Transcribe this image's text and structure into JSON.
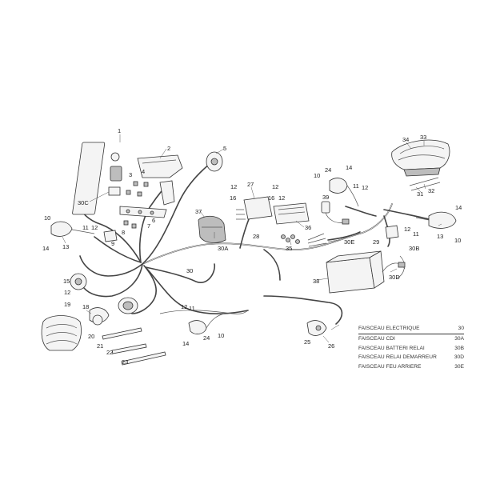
{
  "callouts": [
    {
      "id": "c1",
      "text": "1"
    },
    {
      "id": "c2",
      "text": "2"
    },
    {
      "id": "c3",
      "text": "3"
    },
    {
      "id": "c4",
      "text": "4"
    },
    {
      "id": "c5",
      "text": "5"
    },
    {
      "id": "c6",
      "text": "6"
    },
    {
      "id": "c7",
      "text": "7"
    },
    {
      "id": "c8",
      "text": "8"
    },
    {
      "id": "c9",
      "text": "9"
    },
    {
      "id": "c10a",
      "text": "10"
    },
    {
      "id": "c10b",
      "text": "10"
    },
    {
      "id": "c10c",
      "text": "10"
    },
    {
      "id": "c10d",
      "text": "10"
    },
    {
      "id": "c11a",
      "text": "11"
    },
    {
      "id": "c11b",
      "text": "11"
    },
    {
      "id": "c11c",
      "text": "11"
    },
    {
      "id": "c11d",
      "text": "11"
    },
    {
      "id": "c12a",
      "text": "12"
    },
    {
      "id": "c12b",
      "text": "12"
    },
    {
      "id": "c12c",
      "text": "12"
    },
    {
      "id": "c12d",
      "text": "12"
    },
    {
      "id": "c12e",
      "text": "12"
    },
    {
      "id": "c12f",
      "text": "12"
    },
    {
      "id": "c12g",
      "text": "12"
    },
    {
      "id": "c12h",
      "text": "12"
    },
    {
      "id": "c13a",
      "text": "13"
    },
    {
      "id": "c13b",
      "text": "13"
    },
    {
      "id": "c14a",
      "text": "14"
    },
    {
      "id": "c14b",
      "text": "14"
    },
    {
      "id": "c14c",
      "text": "14"
    },
    {
      "id": "c14d",
      "text": "14"
    },
    {
      "id": "c15",
      "text": "15"
    },
    {
      "id": "c16a",
      "text": "16"
    },
    {
      "id": "c16b",
      "text": "16"
    },
    {
      "id": "c18",
      "text": "18"
    },
    {
      "id": "c19",
      "text": "19"
    },
    {
      "id": "c20",
      "text": "20"
    },
    {
      "id": "c21",
      "text": "21"
    },
    {
      "id": "c22",
      "text": "22"
    },
    {
      "id": "c23",
      "text": "23"
    },
    {
      "id": "c24a",
      "text": "24"
    },
    {
      "id": "c24b",
      "text": "24"
    },
    {
      "id": "c25",
      "text": "25"
    },
    {
      "id": "c26",
      "text": "26"
    },
    {
      "id": "c27",
      "text": "27"
    },
    {
      "id": "c28",
      "text": "28"
    },
    {
      "id": "c29",
      "text": "29"
    },
    {
      "id": "c30",
      "text": "30"
    },
    {
      "id": "c30a",
      "text": "30A"
    },
    {
      "id": "c30b",
      "text": "30B"
    },
    {
      "id": "c30c",
      "text": "30C"
    },
    {
      "id": "c30d",
      "text": "30D"
    },
    {
      "id": "c30e",
      "text": "30E"
    },
    {
      "id": "c31",
      "text": "31"
    },
    {
      "id": "c32",
      "text": "32"
    },
    {
      "id": "c33",
      "text": "33"
    },
    {
      "id": "c34",
      "text": "34"
    },
    {
      "id": "c35",
      "text": "35"
    },
    {
      "id": "c36",
      "text": "36"
    },
    {
      "id": "c37",
      "text": "37"
    },
    {
      "id": "c38",
      "text": "38"
    },
    {
      "id": "c39",
      "text": "39"
    }
  ],
  "legend": [
    {
      "name": "FAISCEAU ELECTRIQUE",
      "code": "30"
    },
    {
      "name": "FAISCEAU CDI",
      "code": "30A"
    },
    {
      "name": "FAISCEAU BATTERI RELAI",
      "code": "30B"
    },
    {
      "name": "FAISCEAU RELAI DEMARREUR",
      "code": "30D"
    },
    {
      "name": "FAISCEAU FEU ARRIERE",
      "code": "30E"
    }
  ]
}
